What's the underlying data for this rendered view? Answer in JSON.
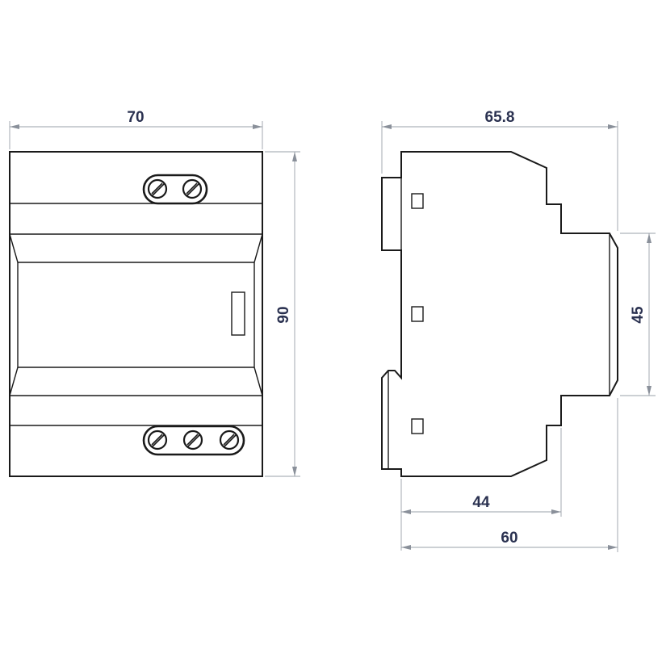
{
  "drawing": {
    "front_view": {
      "width_label": "70",
      "height_label": "90",
      "top_terminals": 2,
      "bottom_terminals": 3
    },
    "side_view": {
      "depth_label": "65.8",
      "face_height_label": "45",
      "rail_to_shoulder_label": "44",
      "rail_to_face_label": "60"
    }
  }
}
